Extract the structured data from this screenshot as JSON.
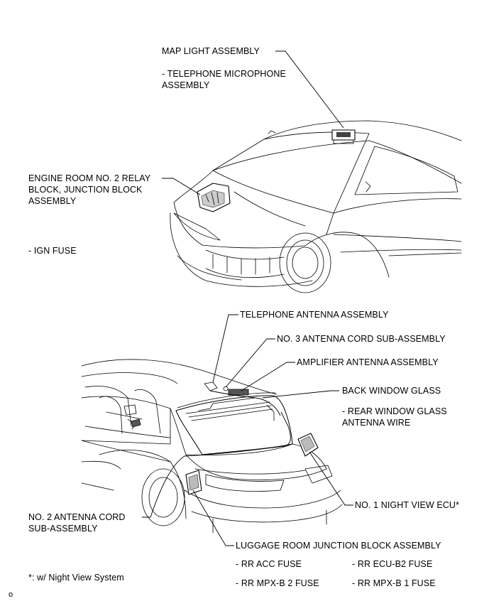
{
  "top_diagram": {
    "map_light": "MAP LIGHT ASSEMBLY",
    "map_light_sub_1": "- TELEPHONE MICROPHONE",
    "map_light_sub_2": "ASSEMBLY",
    "engine_room_1": "ENGINE ROOM NO. 2 RELAY",
    "engine_room_2": "BLOCK, JUNCTION BLOCK",
    "engine_room_3": "ASSEMBLY",
    "ign_fuse": "- IGN FUSE"
  },
  "bottom_diagram": {
    "telephone_antenna": "TELEPHONE ANTENNA ASSEMBLY",
    "no3_antenna_cord": "NO. 3 ANTENNA CORD SUB-ASSEMBLY",
    "amplifier_antenna": "AMPLIFIER ANTENNA ASSEMBLY",
    "back_window_glass": "BACK WINDOW GLASS",
    "rear_window_sub_1": "- REAR WINDOW GLASS",
    "rear_window_sub_2": "ANTENNA WIRE",
    "night_view_ecu": "NO. 1 NIGHT VIEW ECU*",
    "no2_antenna_cord_1": "NO. 2 ANTENNA CORD",
    "no2_antenna_cord_2": "SUB-ASSEMBLY",
    "luggage_room": "LUGGAGE ROOM JUNCTION BLOCK ASSEMBLY",
    "fuse_rr_acc": "- RR ACC FUSE",
    "fuse_rr_ecu_b2": "- RR ECU-B2 FUSE",
    "fuse_rr_mpx_b2": "- RR MPX-B 2 FUSE",
    "fuse_rr_mpx_b1": "- RR MPX-B 1 FUSE"
  },
  "footnote": "*: w/ Night View System",
  "corner_mark": "o"
}
